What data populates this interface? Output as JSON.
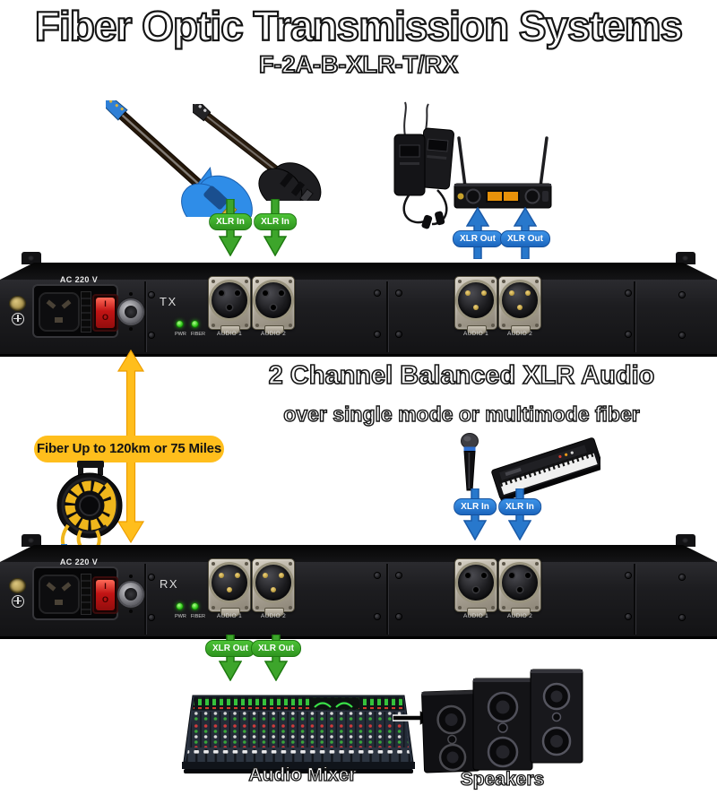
{
  "title": "Fiber Optic Transmission Systems",
  "model": "F-2A-B-XLR-T/RX",
  "heading": {
    "line1": "2 Channel Balanced XLR Audio",
    "line2": "over single mode or multimode fiber"
  },
  "fiber_label": "Fiber Up to 120km or 75 Miles",
  "arrows": {
    "xlr_in": "XLR In",
    "xlr_out": "XLR Out"
  },
  "tx_unit": {
    "label": "TX",
    "power_label": "AC 220 V",
    "switch_on": "I",
    "switch_off": "O",
    "led_pwr": "PWR",
    "led_fiber": "FIBER",
    "audio1": "AUDIO 1",
    "audio2": "AUDIO 2"
  },
  "rx_unit": {
    "label": "RX",
    "power_label": "AC 220 V",
    "switch_on": "I",
    "switch_off": "O",
    "led_pwr": "PWR",
    "led_fiber": "FIBER",
    "audio1": "AUDIO 1",
    "audio2": "AUDIO 2"
  },
  "bottom": {
    "mixer_label": "Audio Mixer",
    "speakers_label": "Speakers"
  },
  "colors": {
    "arrow_green": "#3DA52B",
    "arrow_blue": "#2878CC",
    "fiber_yellow": "#FFBE1C"
  }
}
